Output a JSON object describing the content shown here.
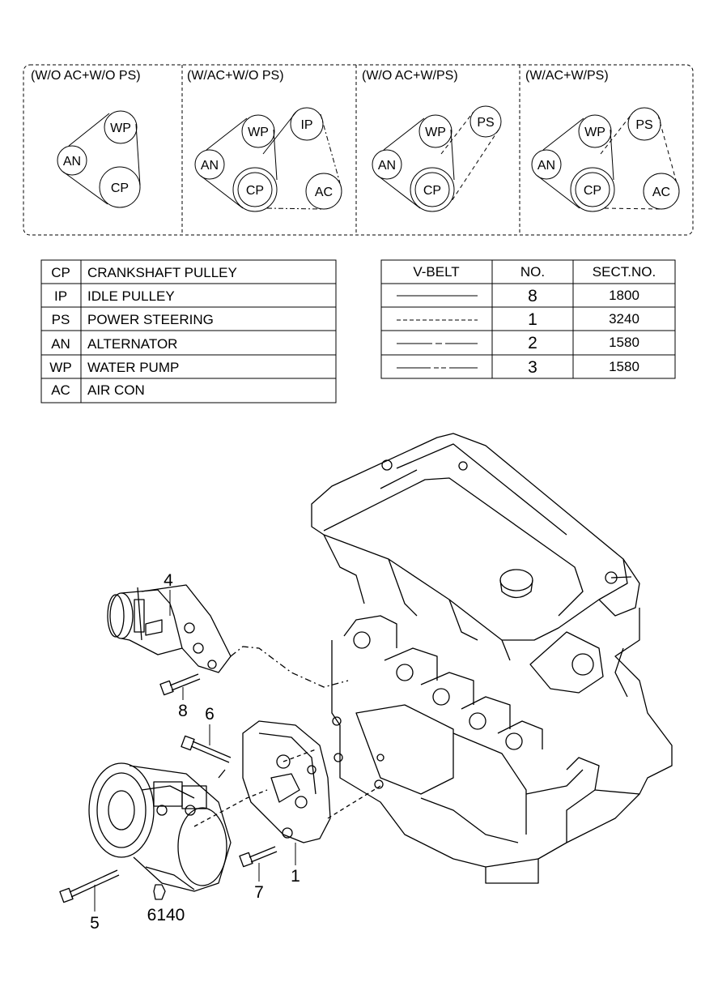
{
  "belt_layouts": [
    {
      "label": "(W/O AC+W/O PS)",
      "pulleys": [
        "WP",
        "AN",
        "CP"
      ]
    },
    {
      "label": "(W/AC+W/O PS)",
      "pulleys": [
        "WP",
        "IP",
        "AN",
        "CP",
        "AC"
      ]
    },
    {
      "label": "(W/O AC+W/PS)",
      "pulleys": [
        "WP",
        "PS",
        "AN",
        "CP"
      ]
    },
    {
      "label": "(W/AC+W/PS)",
      "pulleys": [
        "WP",
        "PS",
        "AN",
        "CP",
        "AC"
      ]
    }
  ],
  "legend": [
    {
      "code": "CP",
      "name": "CRANKSHAFT  PULLEY"
    },
    {
      "code": "IP",
      "name": "IDLE  PULLEY"
    },
    {
      "code": "PS",
      "name": "POWER  STEERING"
    },
    {
      "code": "AN",
      "name": "ALTERNATOR"
    },
    {
      "code": "WP",
      "name": "WATER  PUMP"
    },
    {
      "code": "AC",
      "name": "AIR  CON"
    }
  ],
  "vbelt_table": {
    "headers": [
      "V-BELT",
      "NO.",
      "SECT.NO."
    ],
    "rows": [
      {
        "line_style": "solid",
        "no": "8",
        "sect": "1800"
      },
      {
        "line_style": "dashed",
        "no": "1",
        "sect": "3240"
      },
      {
        "line_style": "dash-dot",
        "no": "2",
        "sect": "1580"
      },
      {
        "line_style": "dash-dot-dot",
        "no": "3",
        "sect": "1580"
      }
    ]
  },
  "callouts": [
    "4",
    "8",
    "6",
    "1",
    "7",
    "5",
    "6140"
  ]
}
